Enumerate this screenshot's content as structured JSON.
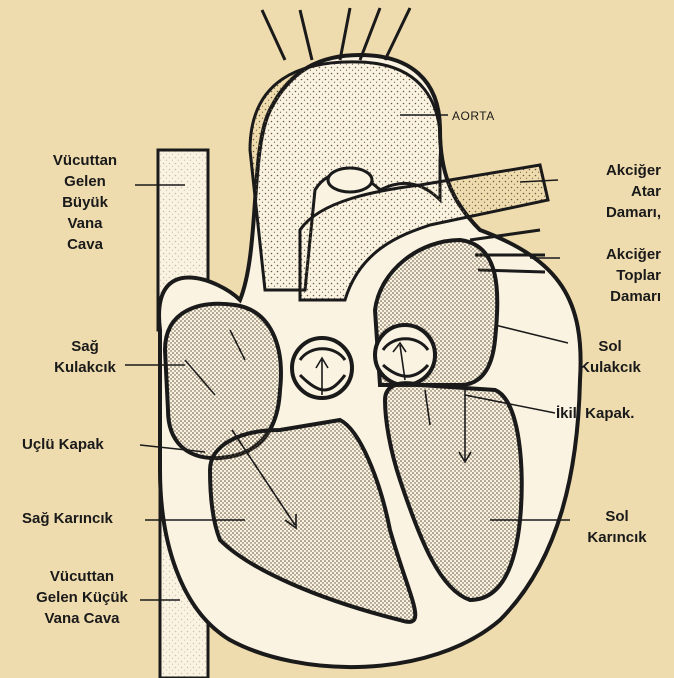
{
  "diagram": {
    "labels": {
      "aorta": "AORTA",
      "vena_cava_superior": [
        "Vücuttan",
        "Gelen",
        "Büyük",
        "Vana",
        "Cava"
      ],
      "pulmonary_artery": [
        "Akciğer",
        "Atar",
        "Damarı,"
      ],
      "pulmonary_vein": [
        "Akciğer",
        "Toplar",
        "Damarı"
      ],
      "right_atrium": [
        "Sağ",
        "Kulakcık"
      ],
      "left_atrium": [
        "Sol",
        "Kulakcık"
      ],
      "tricuspid_valve": "Uçlü  Kapak",
      "bicuspid_valve": "İkili  Kapak.",
      "right_ventricle": "Sağ  Karıncık",
      "left_ventricle": [
        "Sol",
        "Karıncık"
      ],
      "vena_cava_inferior": [
        "Vücuttan",
        "Gelen Küçük",
        "Vana Cava"
      ]
    },
    "colors": {
      "background": "#efdcae",
      "ink": "#1a1a1a",
      "chamber_fill": "#e6d5b2",
      "wall_fill": "#fbf3e2"
    }
  }
}
